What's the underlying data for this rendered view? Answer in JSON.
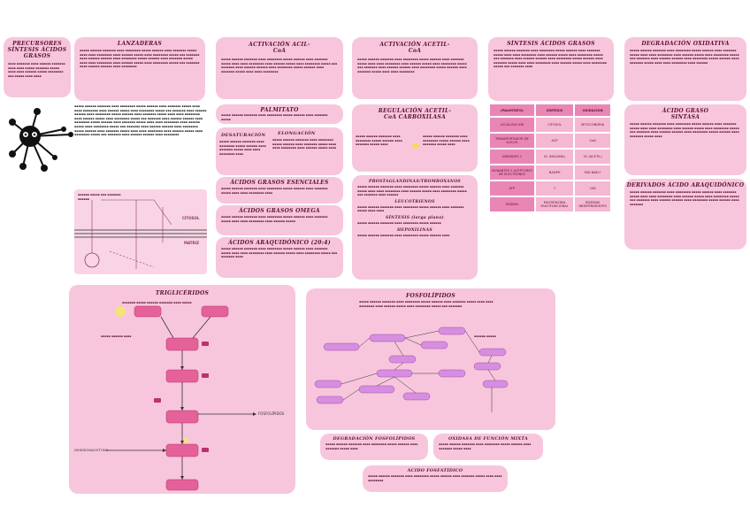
{
  "colors": {
    "card": "#f7c6dc",
    "accent": "#ea86b6",
    "dark": "#5a1030",
    "flow": "#e8a0c0"
  },
  "titles": {
    "precursores": "PRECURSORES SÍNTESIS ÁCIDOS GRASOS",
    "lanzaderas": "LANZADERAS",
    "activacion_acil": "ACTIVACIÓN ACIL- CoA",
    "activacion_acetil": "ACTIVACIÓN ACETIL- CoA",
    "sintesis": "SÍNTESIS ÁCIDOS GRASOS",
    "degradacion": "DEGRADACIÓN OXIDATIVA",
    "palmitato": "PALMITATO",
    "regulacion": "REGULACIÓN ACETIL- CoA CARBOXILASA",
    "acido_sintasa": "ÁCIDO GRASO SINTASA",
    "desaturacion": "DESATURACIÓN",
    "elongacion": "ELONGACIÓN",
    "esenciales": "ÁCIDOS GRASOS ESENCIALES",
    "omega": "ÁCIDOS GRASOS OMEGA",
    "araquidonico": "ÁCIDOS ARAQUIDÓNICO (20:4)",
    "derivados": "DERIVADOS ÁCIDO ARAQUIDÓNICO",
    "trigliceridos": "TRIGLICÉRIDOS",
    "fosfolipidos": "FOSFOLÍPIDOS",
    "degradacion_fosfo": "DEGRADACIÓN FOSFOLÍPIDOS",
    "oxidasa": "OXIDASA DE FUNCIÓN MIXTA",
    "fosfatidico": "ÁCIDO FOSFATÍDICO",
    "prostaglandinas": "PROSTAGLANDINAS/TROMBOXANOS",
    "leucotrienos": "LEUCOTRIENOS",
    "sintesis_larga": "SÍNTESIS (larga plano)",
    "hepoxilinas": "HEPOXILINAS"
  },
  "labels": {
    "citosol": "CITOSOL",
    "matriz": "MATRIZ",
    "fosfolipidos_side": "FOSFOLÍPIDOS",
    "dihidroxiacetona": "DIHIDROXIACETONA"
  },
  "table": {
    "headers": [
      "(PALMITATO)",
      "SÍNTESIS",
      "OXIDACIÓN"
    ],
    "rows": [
      [
        "LOCALIZACIÓN",
        "CITOSOL",
        "MITOCONDRIA"
      ],
      [
        "TRANSPORTADOR DE ACILOS",
        "ACP",
        "CoA"
      ],
      [
        "UNIDADES C",
        "2C (MALONIL)",
        "2C (ACETIL)"
      ],
      [
        "DONANTES Y ACEPTORES DE ELECTRONES",
        "NADPH",
        "FAD NAD+"
      ],
      [
        "ATP",
        "7",
        "106"
      ],
      [
        "ENZIMA",
        "MULTIENZIMA MULTIFUNCIONAL",
        "ENZIMAS INDEPENDIENTES"
      ]
    ]
  }
}
